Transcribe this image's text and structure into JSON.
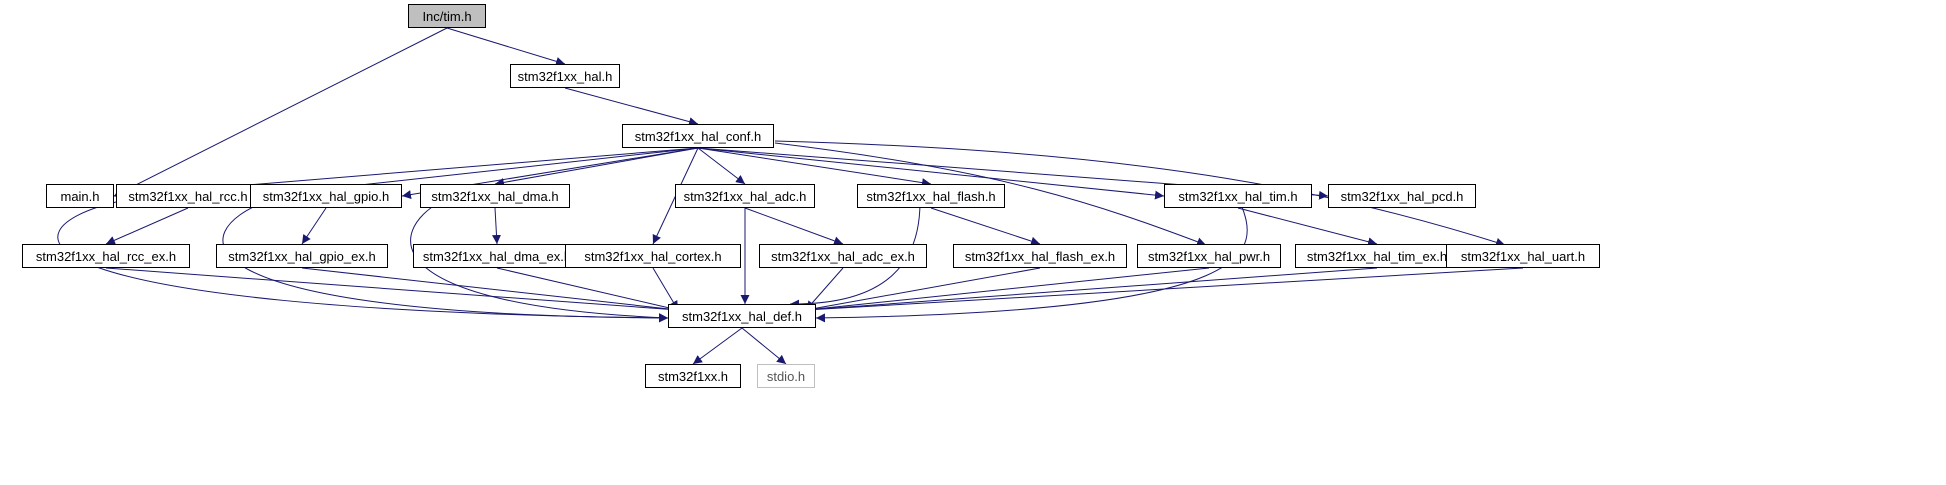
{
  "graph": {
    "colors": {
      "edge": "#191970",
      "border": "#000000",
      "root_fill": "#bfbfbf",
      "missing_border": "#bfbfbf"
    },
    "nodes": {
      "root": "Inc/tim.h",
      "hal": "stm32f1xx_hal.h",
      "conf": "stm32f1xx_hal_conf.h",
      "main": "main.h",
      "rcc": "stm32f1xx_hal_rcc.h",
      "gpio": "stm32f1xx_hal_gpio.h",
      "dma": "stm32f1xx_hal_dma.h",
      "adc": "stm32f1xx_hal_adc.h",
      "flash": "stm32f1xx_hal_flash.h",
      "tim": "stm32f1xx_hal_tim.h",
      "pcd": "stm32f1xx_hal_pcd.h",
      "rcc_ex": "stm32f1xx_hal_rcc_ex.h",
      "gpio_ex": "stm32f1xx_hal_gpio_ex.h",
      "dma_ex": "stm32f1xx_hal_dma_ex.h",
      "cortex": "stm32f1xx_hal_cortex.h",
      "adc_ex": "stm32f1xx_hal_adc_ex.h",
      "flash_ex": "stm32f1xx_hal_flash_ex.h",
      "pwr": "stm32f1xx_hal_pwr.h",
      "tim_ex": "stm32f1xx_hal_tim_ex.h",
      "uart": "stm32f1xx_hal_uart.h",
      "def": "stm32f1xx_hal_def.h",
      "f1xx": "stm32f1xx.h",
      "stdio": "stdio.h"
    },
    "edges": [
      [
        "root",
        "hal"
      ],
      [
        "root",
        "main"
      ],
      [
        "hal",
        "conf"
      ],
      [
        "conf",
        "main"
      ],
      [
        "conf",
        "rcc"
      ],
      [
        "conf",
        "gpio"
      ],
      [
        "conf",
        "dma"
      ],
      [
        "conf",
        "cortex"
      ],
      [
        "conf",
        "adc"
      ],
      [
        "conf",
        "flash"
      ],
      [
        "conf",
        "pwr"
      ],
      [
        "conf",
        "tim"
      ],
      [
        "conf",
        "pcd"
      ],
      [
        "conf",
        "uart"
      ],
      [
        "rcc",
        "rcc_ex"
      ],
      [
        "rcc",
        "def"
      ],
      [
        "gpio",
        "gpio_ex"
      ],
      [
        "gpio",
        "def"
      ],
      [
        "dma",
        "dma_ex"
      ],
      [
        "dma",
        "def"
      ],
      [
        "adc",
        "adc_ex"
      ],
      [
        "adc",
        "def"
      ],
      [
        "flash",
        "flash_ex"
      ],
      [
        "flash",
        "def"
      ],
      [
        "tim",
        "tim_ex"
      ],
      [
        "tim",
        "def"
      ],
      [
        "rcc_ex",
        "def"
      ],
      [
        "gpio_ex",
        "def"
      ],
      [
        "dma_ex",
        "def"
      ],
      [
        "cortex",
        "def"
      ],
      [
        "adc_ex",
        "def"
      ],
      [
        "flash_ex",
        "def"
      ],
      [
        "pwr",
        "def"
      ],
      [
        "tim_ex",
        "def"
      ],
      [
        "uart",
        "def"
      ],
      [
        "def",
        "f1xx"
      ],
      [
        "def",
        "stdio"
      ]
    ]
  }
}
